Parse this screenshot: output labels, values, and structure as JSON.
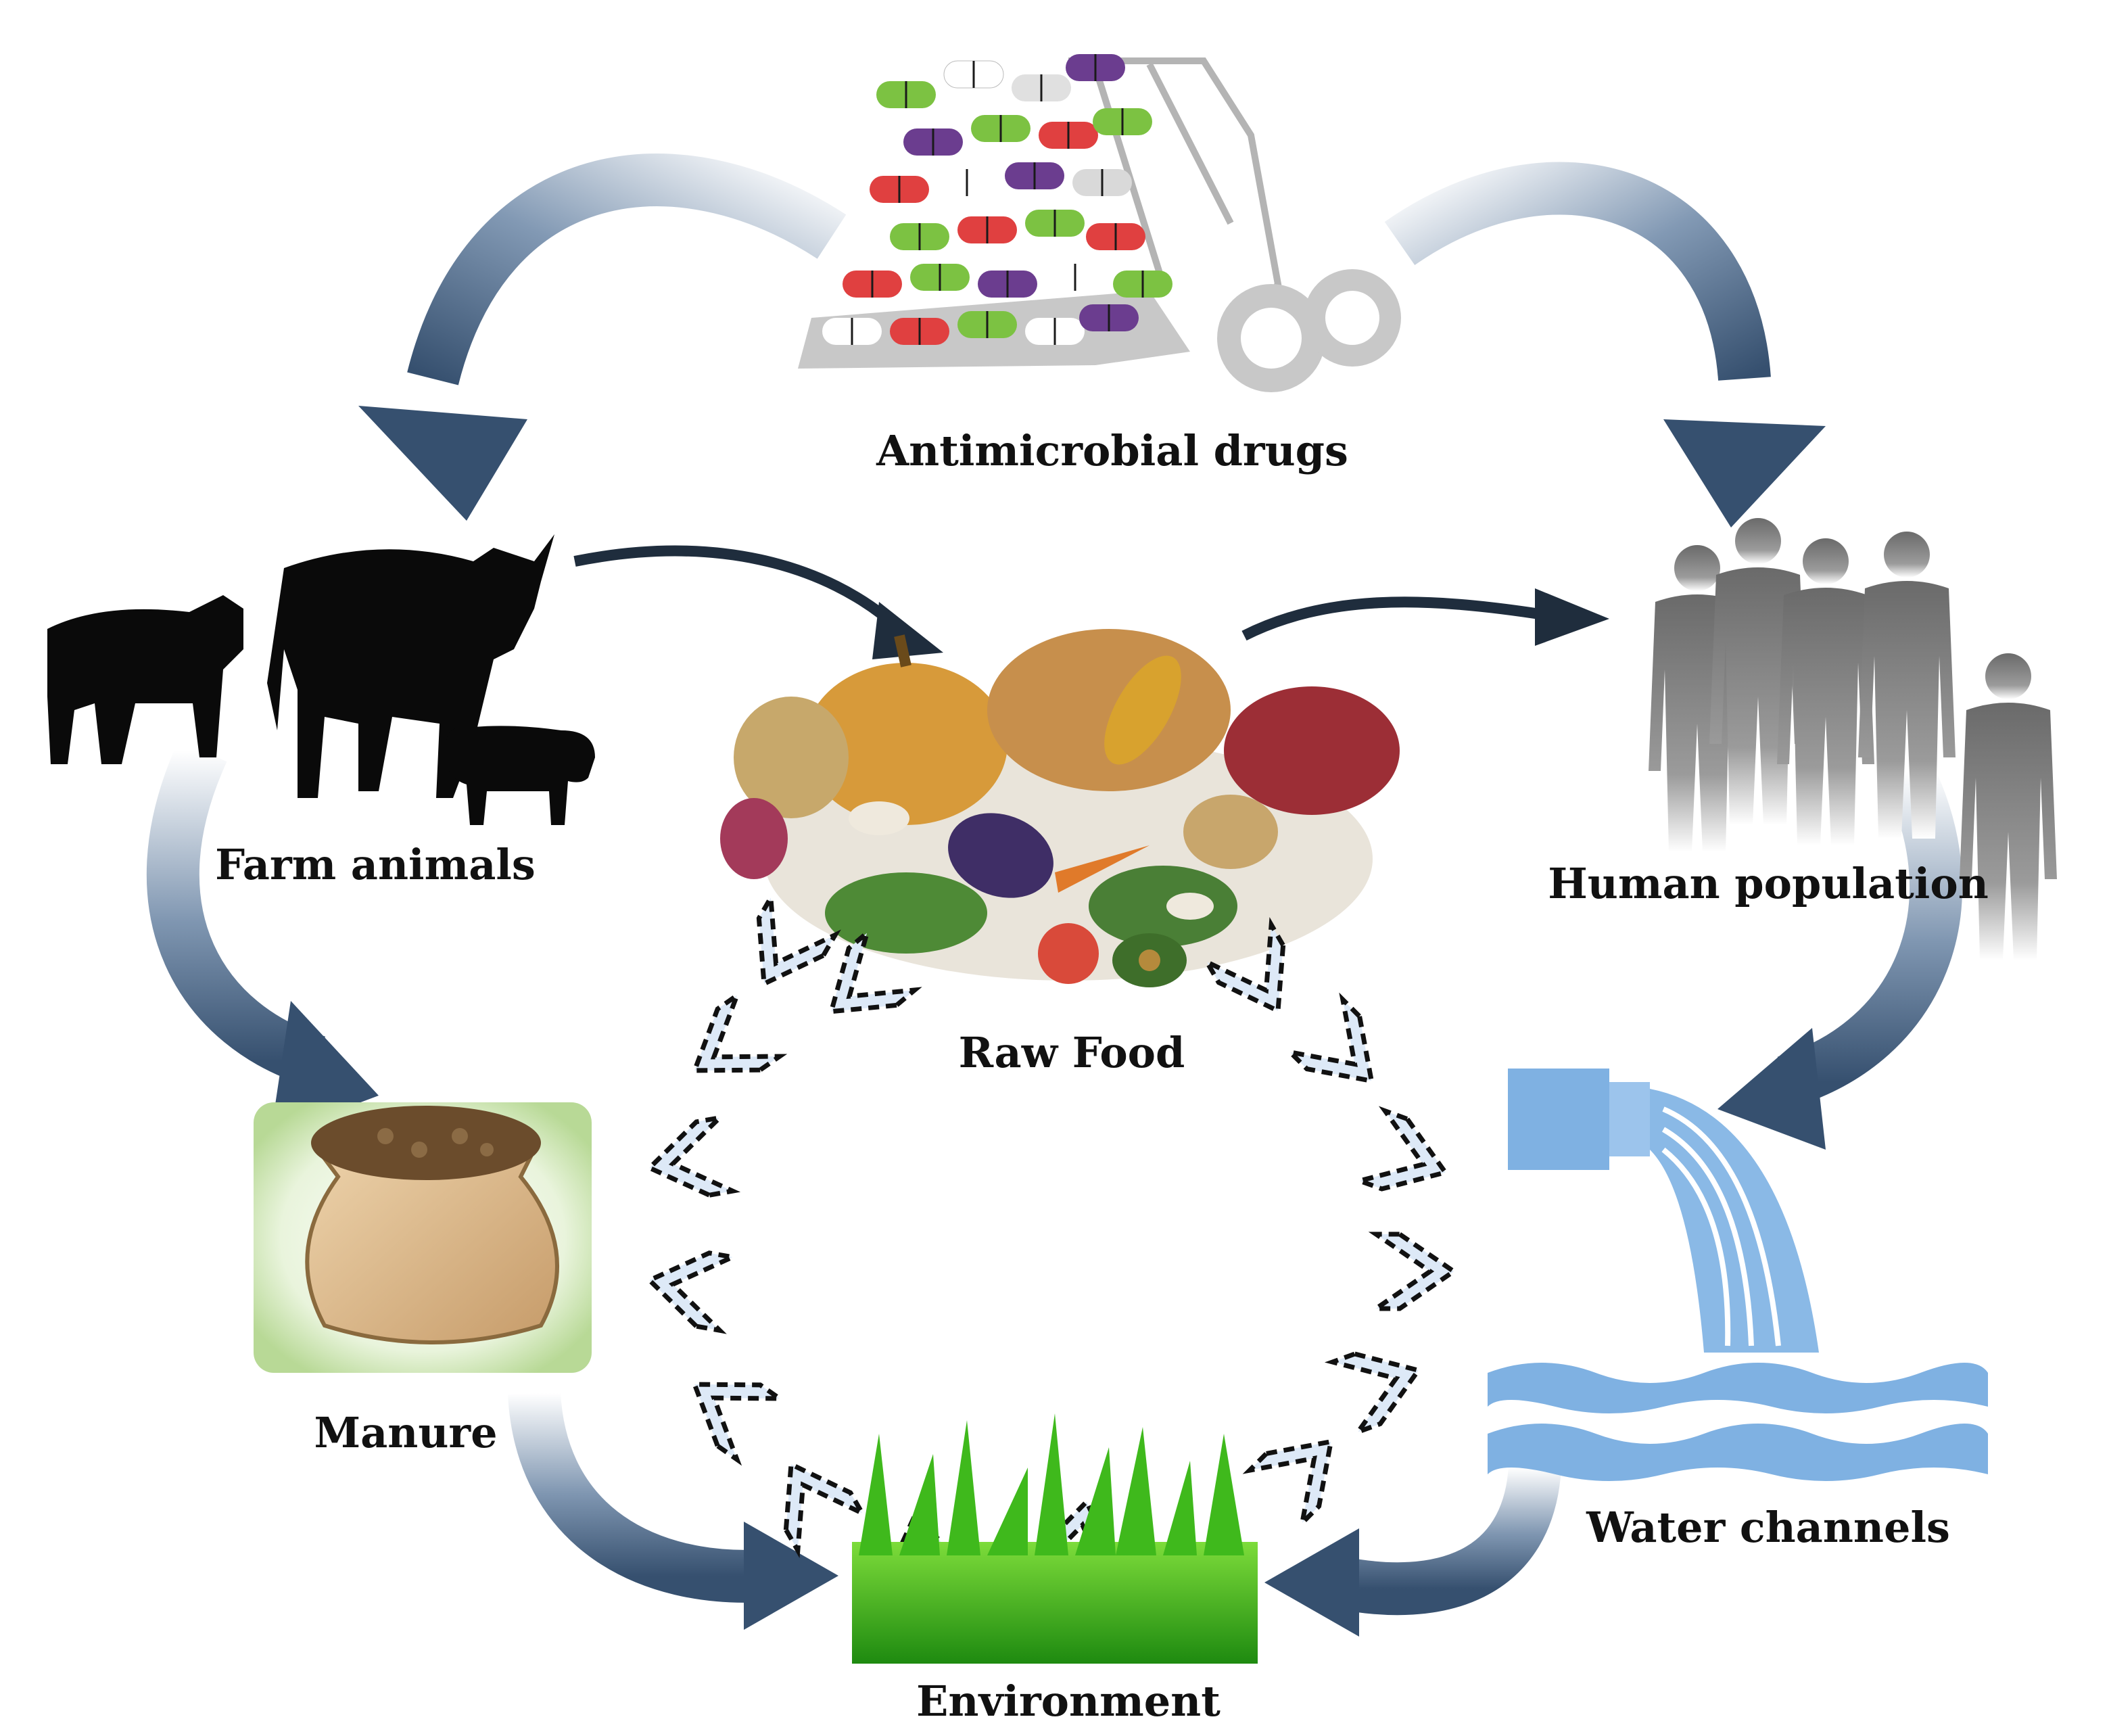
{
  "nodes": {
    "antimicrobial_drugs": {
      "label": "Antimicrobial drugs"
    },
    "farm_animals": {
      "label": "Farm animals"
    },
    "human_population": {
      "label": "Human population"
    },
    "raw_food": {
      "label": "Raw Food"
    },
    "manure": {
      "label": "Manure"
    },
    "water_channels": {
      "label": "Water channels"
    },
    "environment": {
      "label": "Environment"
    }
  },
  "colors": {
    "flow_arrow": "#3d5775",
    "thin_arrow": "#1f2d3d",
    "chevron_fill": "#dde9f7",
    "water": "#7fb1e2",
    "grass": "#3fb91c"
  },
  "icons": {
    "antimicrobial_drugs": "pills-and-loader-icon",
    "farm_animals": "livestock-silhouette-icon",
    "human_population": "people-silhouette-icon",
    "raw_food": "food-pile-icon",
    "manure": "sack-icon",
    "water_channels": "outflow-pipe-icon",
    "environment": "grass-icon"
  }
}
